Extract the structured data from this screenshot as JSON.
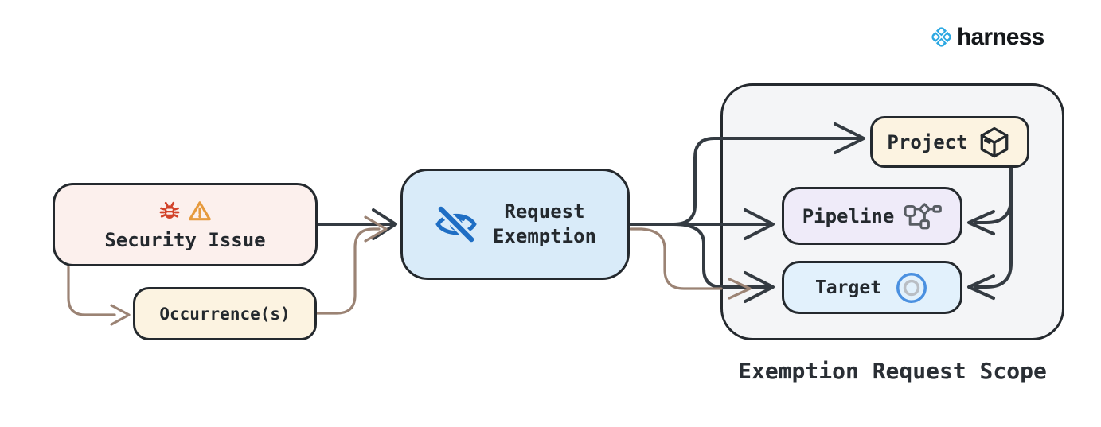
{
  "brand": {
    "name": "harness",
    "logo_icon": "harness-logo-icon",
    "logo_color": "#2ba8e2"
  },
  "nodes": {
    "security_issue": {
      "label": "Security Issue",
      "bg": "#fcf0ed",
      "icons": [
        "bug-icon",
        "warning-icon"
      ]
    },
    "occurrences": {
      "label": "Occurrence(s)",
      "bg": "#fcf3e1"
    },
    "request_exemption": {
      "label_line1": "Request",
      "label_line2": "Exemption",
      "bg": "#d9ebf9",
      "icon": "eye-off-icon"
    },
    "project": {
      "label": "Project",
      "bg": "#fcf3e1",
      "icon": "cube-icon"
    },
    "pipeline": {
      "label": "Pipeline",
      "bg": "#efebf9",
      "icon": "pipeline-icon"
    },
    "target": {
      "label": "Target",
      "bg": "#e2f1fc",
      "icon": "target-icon"
    }
  },
  "scope": {
    "label": "Exemption Request Scope",
    "bg": "#f4f5f7"
  },
  "edges": [
    {
      "from": "security-issue",
      "to": "request-exemption",
      "color": "dark"
    },
    {
      "from": "security-issue",
      "to": "occurrences",
      "color": "brown"
    },
    {
      "from": "occurrences",
      "to": "request-exemption",
      "color": "brown"
    },
    {
      "from": "request-exemption",
      "to": "project",
      "color": "dark"
    },
    {
      "from": "request-exemption",
      "to": "pipeline",
      "color": "dark"
    },
    {
      "from": "request-exemption",
      "to": "target",
      "color": "dark"
    },
    {
      "from": "occurrences",
      "to": "target",
      "color": "brown",
      "via": "request-exemption"
    },
    {
      "from": "project",
      "to": "pipeline",
      "color": "dark"
    },
    {
      "from": "project",
      "to": "target",
      "color": "dark"
    }
  ],
  "colors": {
    "arrow_dark": "#343b42",
    "arrow_brown": "#9b8374",
    "border_dark": "#24292e",
    "bug_red": "#d2432a",
    "warning_orange": "#e69a3e",
    "eye_blue": "#1f6ec4",
    "pipeline_gray": "#585d63",
    "target_outer_blue": "#4a90e0",
    "target_inner_gray": "#b9bec4"
  }
}
